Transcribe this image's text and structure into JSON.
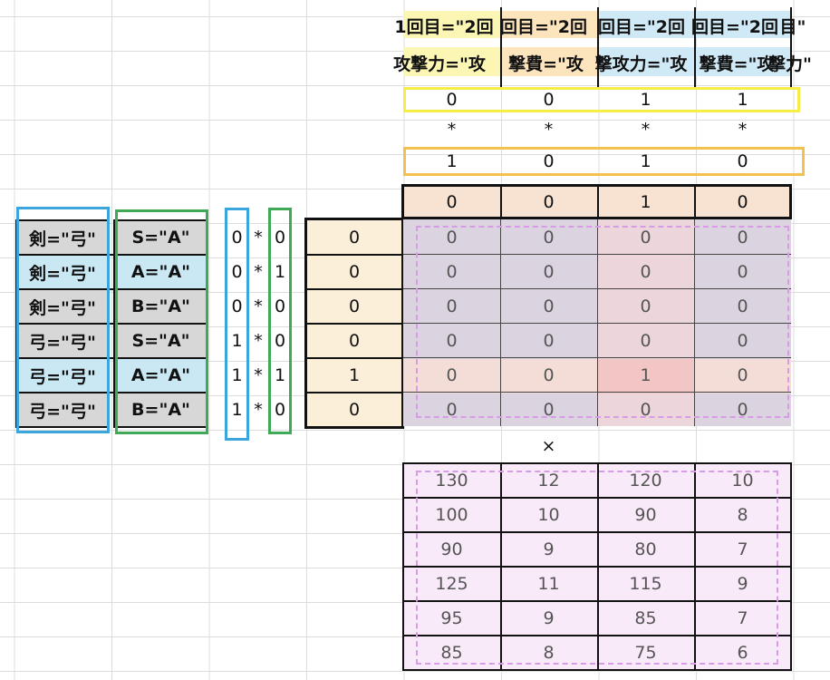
{
  "colors": {
    "yellow_frame": "#f6ee47",
    "orange_frame": "#f2c14e",
    "blue_frame": "#3aa6dd",
    "green_frame": "#3faa55",
    "pink_dash": "#d89be6",
    "peach_fill": "#f8e3d3",
    "gray_fill": "#d7d7d7",
    "lightblue_fill": "#c9e8f4",
    "lightpink_fill": "#f9eaf9",
    "cream_fill": "#fcefd9"
  },
  "header_row1": [
    "1回目=\"2回",
    "回目=\"2回",
    "回目=\"2回",
    "回目=\"2回",
    "目\""
  ],
  "header_row2": [
    "攻撃力=\"攻",
    "撃費=\"攻",
    "撃攻力=\"攻",
    "撃費=\"攻",
    "撃力\""
  ],
  "flags_row_a": [
    "0",
    "0",
    "1",
    "1"
  ],
  "star_row": [
    "*",
    "*",
    "*",
    "*"
  ],
  "flags_row_b": [
    "1",
    "0",
    "1",
    "0"
  ],
  "product_row": [
    "0",
    "0",
    "1",
    "0"
  ],
  "left_conditions": [
    {
      "weapon": "剣=\"弓\"",
      "rank": "S=\"A\"",
      "a": "0",
      "op": "*",
      "b": "0",
      "result": "0"
    },
    {
      "weapon": "剣=\"弓\"",
      "rank": "A=\"A\"",
      "a": "0",
      "op": "*",
      "b": "1",
      "result": "0"
    },
    {
      "weapon": "剣=\"弓\"",
      "rank": "B=\"A\"",
      "a": "0",
      "op": "*",
      "b": "0",
      "result": "0"
    },
    {
      "weapon": "弓=\"弓\"",
      "rank": "S=\"A\"",
      "a": "1",
      "op": "*",
      "b": "0",
      "result": "0"
    },
    {
      "weapon": "弓=\"弓\"",
      "rank": "A=\"A\"",
      "a": "1",
      "op": "*",
      "b": "1",
      "result": "1"
    },
    {
      "weapon": "弓=\"弓\"",
      "rank": "B=\"A\"",
      "a": "1",
      "op": "*",
      "b": "0",
      "result": "0"
    }
  ],
  "mask_matrix": [
    [
      "0",
      "0",
      "0",
      "0"
    ],
    [
      "0",
      "0",
      "0",
      "0"
    ],
    [
      "0",
      "0",
      "0",
      "0"
    ],
    [
      "0",
      "0",
      "0",
      "0"
    ],
    [
      "0",
      "0",
      "1",
      "0"
    ],
    [
      "0",
      "0",
      "0",
      "0"
    ]
  ],
  "times_symbol": "×",
  "value_matrix": [
    [
      "130",
      "12",
      "120",
      "10"
    ],
    [
      "100",
      "10",
      "90",
      "8"
    ],
    [
      "90",
      "9",
      "80",
      "7"
    ],
    [
      "125",
      "11",
      "115",
      "9"
    ],
    [
      "95",
      "9",
      "85",
      "7"
    ],
    [
      "85",
      "8",
      "75",
      "6"
    ]
  ]
}
